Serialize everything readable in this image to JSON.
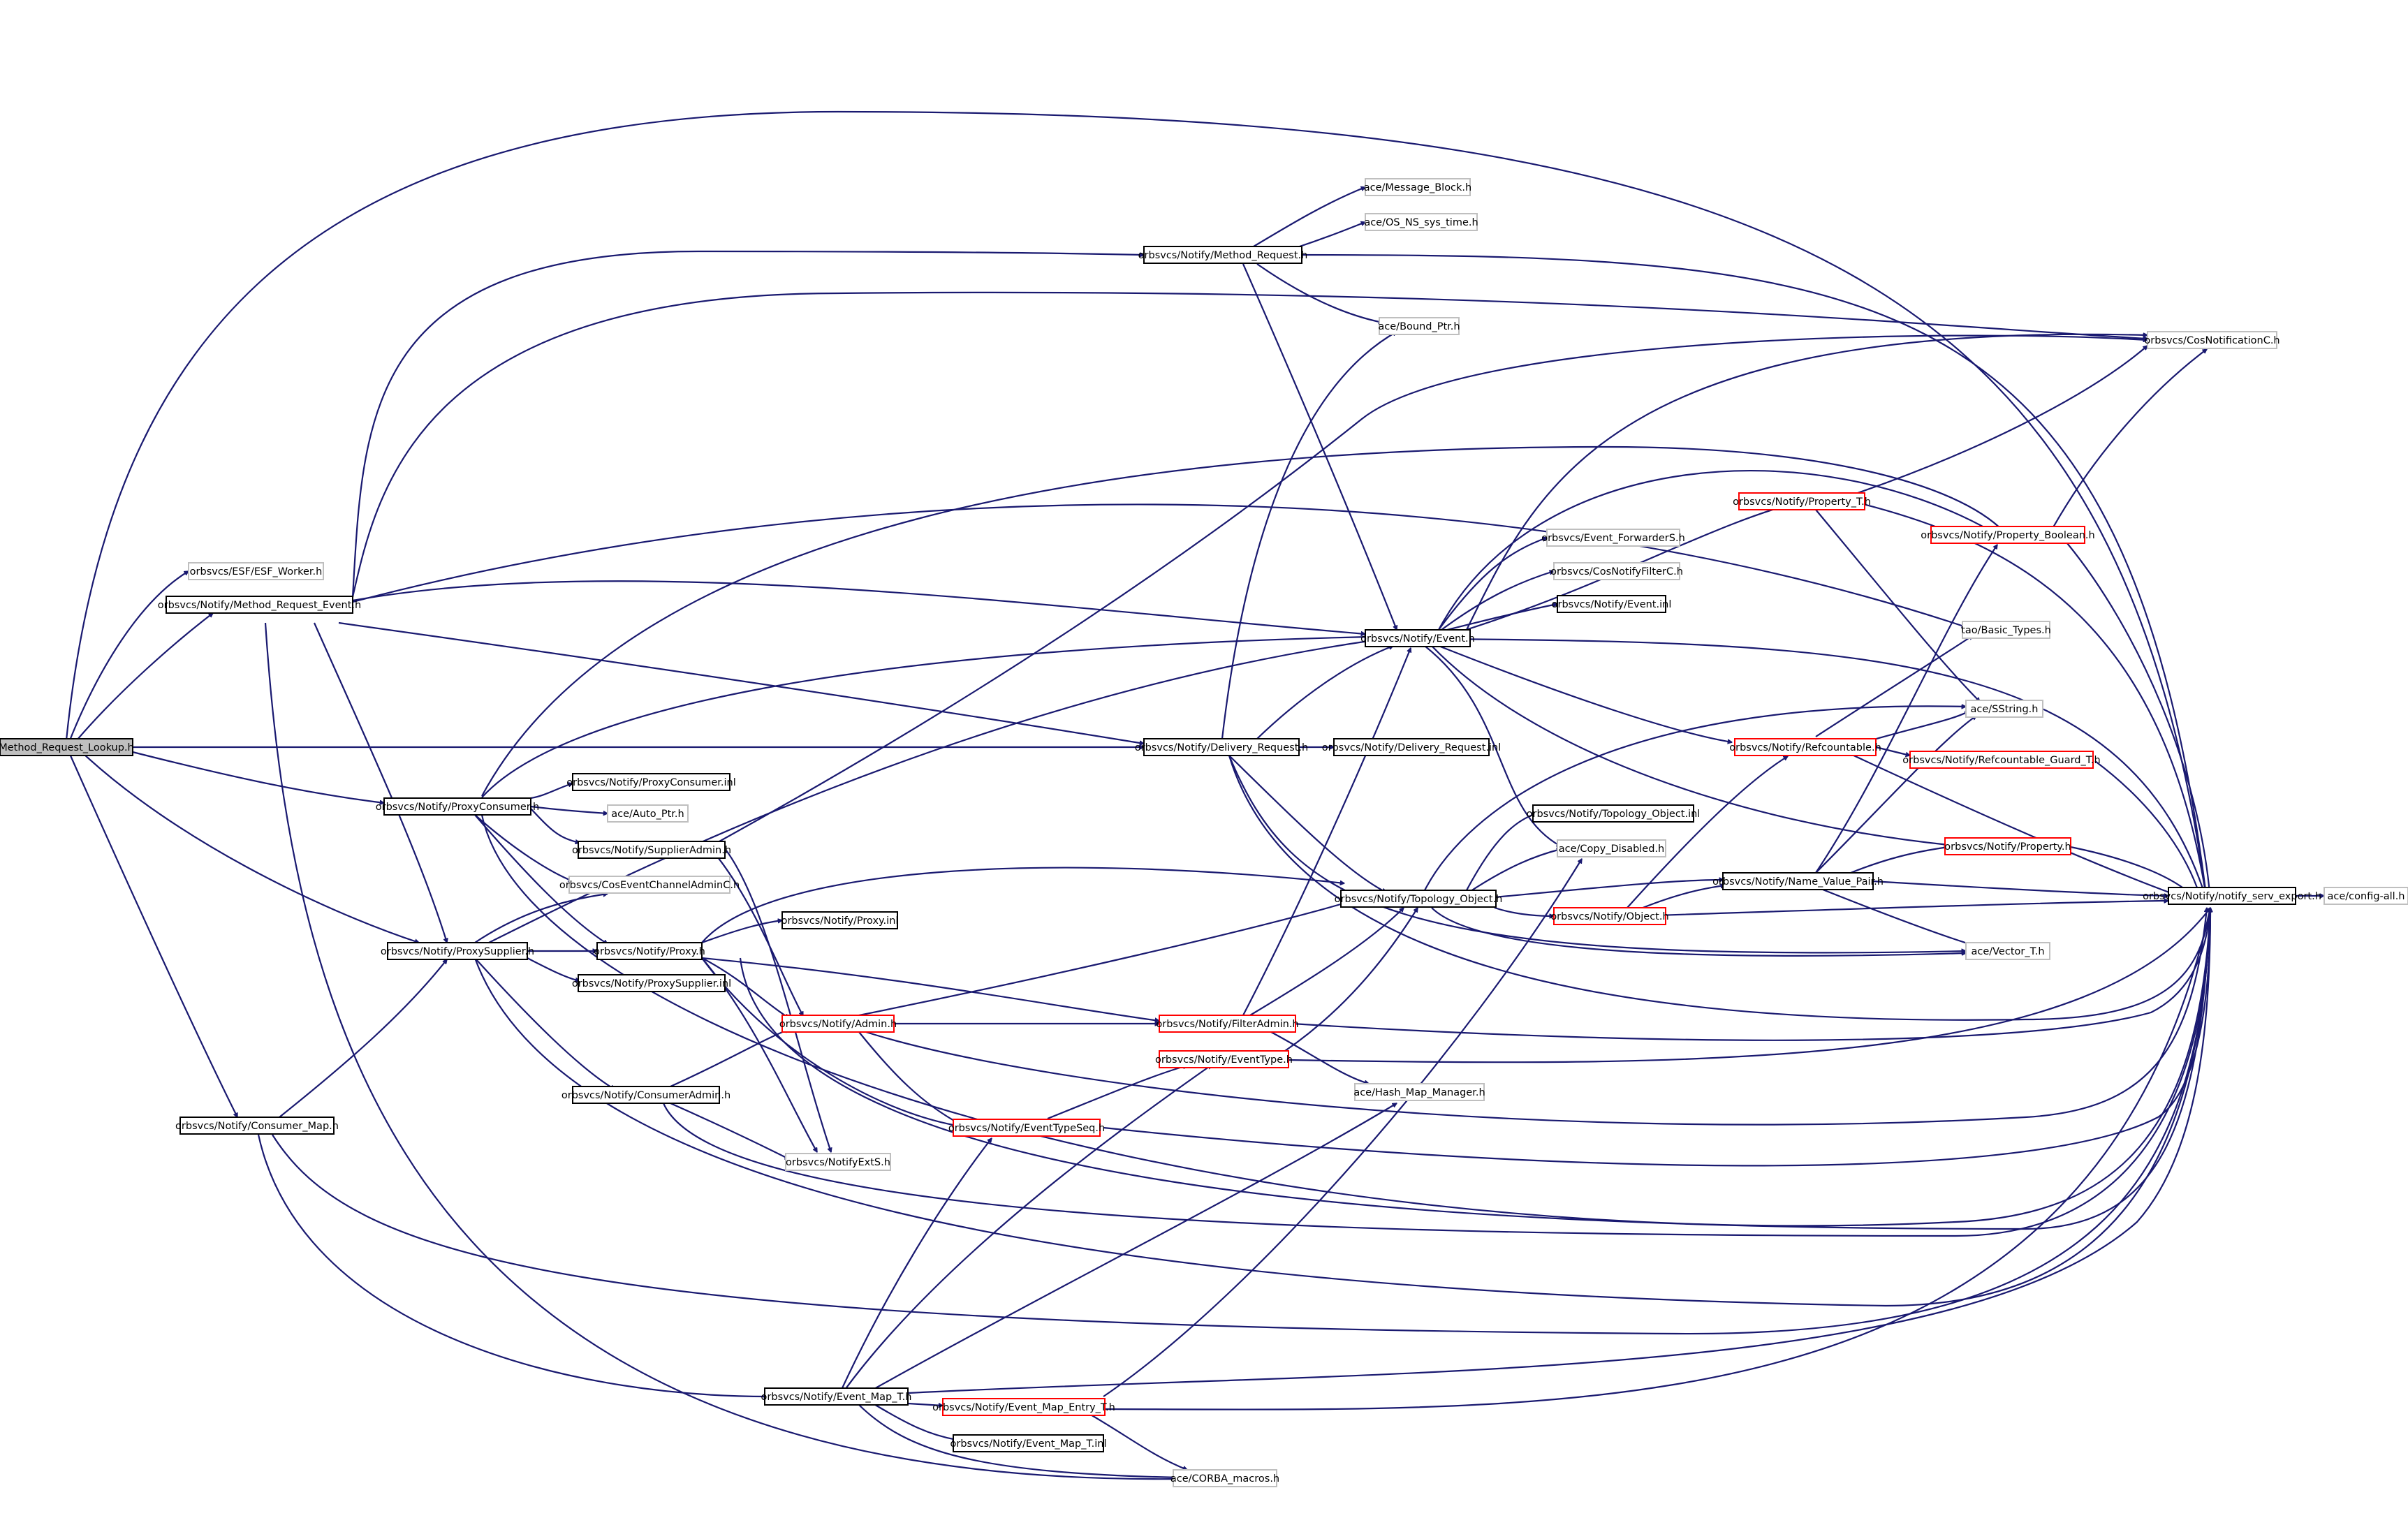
{
  "colors": {
    "edge": "#191970",
    "root_fill": "#bfbfbf",
    "documented_border": "#000000",
    "truncated_border": "#ff0000",
    "undocumented_border": "#bfbfbf"
  },
  "graph": {
    "nodes": [
      {
        "id": "n0",
        "label": "Method_Request_Lookup.h",
        "style": "root"
      },
      {
        "id": "n1",
        "label": "orbsvcs/ESF/ESF_Worker.h",
        "style": "grey"
      },
      {
        "id": "n2",
        "label": "orbsvcs/Notify/Method_Request_Event.h",
        "style": "black"
      },
      {
        "id": "n3",
        "label": "orbsvcs/Notify/Method_Request.h",
        "style": "black"
      },
      {
        "id": "n4",
        "label": "ace/Message_Block.h",
        "style": "grey"
      },
      {
        "id": "n5",
        "label": "ace/OS_NS_sys_time.h",
        "style": "grey"
      },
      {
        "id": "n6",
        "label": "ace/Bound_Ptr.h",
        "style": "grey"
      },
      {
        "id": "n7",
        "label": "orbsvcs/CosNotificationC.h",
        "style": "grey"
      },
      {
        "id": "n8",
        "label": "orbsvcs/Notify/Property_T.h",
        "style": "red"
      },
      {
        "id": "n9",
        "label": "orbsvcs/Notify/Property_Boolean.h",
        "style": "red"
      },
      {
        "id": "n10",
        "label": "orbsvcs/Event_ForwarderS.h",
        "style": "grey"
      },
      {
        "id": "n11",
        "label": "orbsvcs/CosNotifyFilterC.h",
        "style": "grey"
      },
      {
        "id": "n12",
        "label": "orbsvcs/Notify/Event.inl",
        "style": "black"
      },
      {
        "id": "n13",
        "label": "orbsvcs/Notify/Event.h",
        "style": "black"
      },
      {
        "id": "n14",
        "label": "tao/Basic_Types.h",
        "style": "grey"
      },
      {
        "id": "n15",
        "label": "ace/SString.h",
        "style": "grey"
      },
      {
        "id": "n16",
        "label": "orbsvcs/Notify/Delivery_Request.h",
        "style": "black"
      },
      {
        "id": "n17",
        "label": "orbsvcs/Notify/Delivery_Request.inl",
        "style": "black"
      },
      {
        "id": "n18",
        "label": "orbsvcs/Notify/Refcountable.h",
        "style": "red"
      },
      {
        "id": "n19",
        "label": "orbsvcs/Notify/Refcountable_Guard_T.h",
        "style": "red"
      },
      {
        "id": "n20",
        "label": "orbsvcs/Notify/ProxyConsumer.inl",
        "style": "black"
      },
      {
        "id": "n21",
        "label": "orbsvcs/Notify/ProxyConsumer.h",
        "style": "black"
      },
      {
        "id": "n22",
        "label": "ace/Auto_Ptr.h",
        "style": "grey"
      },
      {
        "id": "n23",
        "label": "orbsvcs/Notify/SupplierAdmin.h",
        "style": "black"
      },
      {
        "id": "n24",
        "label": "orbsvcs/Notify/Topology_Object.inl",
        "style": "black"
      },
      {
        "id": "n25",
        "label": "orbsvcs/Notify/Property.h",
        "style": "red"
      },
      {
        "id": "n26",
        "label": "ace/Copy_Disabled.h",
        "style": "grey"
      },
      {
        "id": "n27",
        "label": "orbsvcs/CosEventChannelAdminC.h",
        "style": "grey"
      },
      {
        "id": "n28",
        "label": "orbsvcs/Notify/Name_Value_Pair.h",
        "style": "black"
      },
      {
        "id": "n29",
        "label": "orbsvcs/Notify/Topology_Object.h",
        "style": "black"
      },
      {
        "id": "n30",
        "label": "orbsvcs/Notify/notify_serv_export.h",
        "style": "black"
      },
      {
        "id": "n31",
        "label": "ace/config-all.h",
        "style": "grey"
      },
      {
        "id": "n32",
        "label": "orbsvcs/Notify/Object.h",
        "style": "red"
      },
      {
        "id": "n33",
        "label": "orbsvcs/Notify/Proxy.inl",
        "style": "black"
      },
      {
        "id": "n34",
        "label": "orbsvcs/Notify/ProxySupplier.h",
        "style": "black"
      },
      {
        "id": "n35",
        "label": "orbsvcs/Notify/Proxy.h",
        "style": "black"
      },
      {
        "id": "n36",
        "label": "ace/Vector_T.h",
        "style": "grey"
      },
      {
        "id": "n37",
        "label": "orbsvcs/Notify/ProxySupplier.inl",
        "style": "black"
      },
      {
        "id": "n38",
        "label": "orbsvcs/Notify/FilterAdmin.h",
        "style": "red"
      },
      {
        "id": "n39",
        "label": "orbsvcs/Notify/Admin.h",
        "style": "red"
      },
      {
        "id": "n40",
        "label": "orbsvcs/Notify/EventType.h",
        "style": "red"
      },
      {
        "id": "n41",
        "label": "ace/Hash_Map_Manager.h",
        "style": "grey"
      },
      {
        "id": "n42",
        "label": "orbsvcs/Notify/ConsumerAdmin.h",
        "style": "black"
      },
      {
        "id": "n43",
        "label": "orbsvcs/Notify/Consumer_Map.h",
        "style": "black"
      },
      {
        "id": "n44",
        "label": "orbsvcs/Notify/EventTypeSeq.h",
        "style": "red"
      },
      {
        "id": "n45",
        "label": "orbsvcs/NotifyExtS.h",
        "style": "grey"
      },
      {
        "id": "n46",
        "label": "orbsvcs/Notify/Event_Map_T.h",
        "style": "black"
      },
      {
        "id": "n47",
        "label": "orbsvcs/Notify/Event_Map_Entry_T.h",
        "style": "red"
      },
      {
        "id": "n48",
        "label": "orbsvcs/Notify/Event_Map_T.inl",
        "style": "black"
      },
      {
        "id": "n49",
        "label": "ace/CORBA_macros.h",
        "style": "grey"
      }
    ]
  }
}
